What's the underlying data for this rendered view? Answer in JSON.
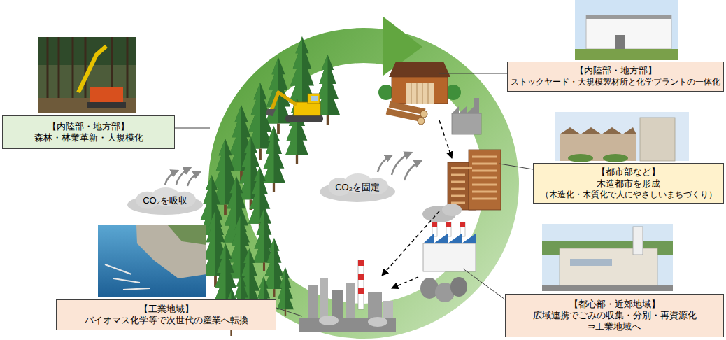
{
  "diagram": {
    "nodes": [
      {
        "text": [
          "【内陸部・地方部】",
          "森林・林業革新・大規模化"
        ]
      },
      {
        "text": [
          "【内陸部・地方部】",
          "ストックヤード・大規模製材所と化学プラントの一体化"
        ]
      },
      {
        "text": [
          "CO₂を固定"
        ]
      },
      {
        "text": [
          "【都市部など】",
          "木造都市を形成",
          "（木造化・木質化で人にやさしいまちづくり）"
        ]
      },
      {
        "text": [
          "CO₂を吸収"
        ]
      },
      {
        "text": [
          "【工業地域】",
          "バイオマス化学等で次世代の産業へ転換"
        ]
      },
      {
        "text": [
          "【都心部・近郊地域】",
          "広域連携でごみの収集・分別・再資源化",
          "⇒工業地域へ"
        ]
      }
    ]
  }
}
